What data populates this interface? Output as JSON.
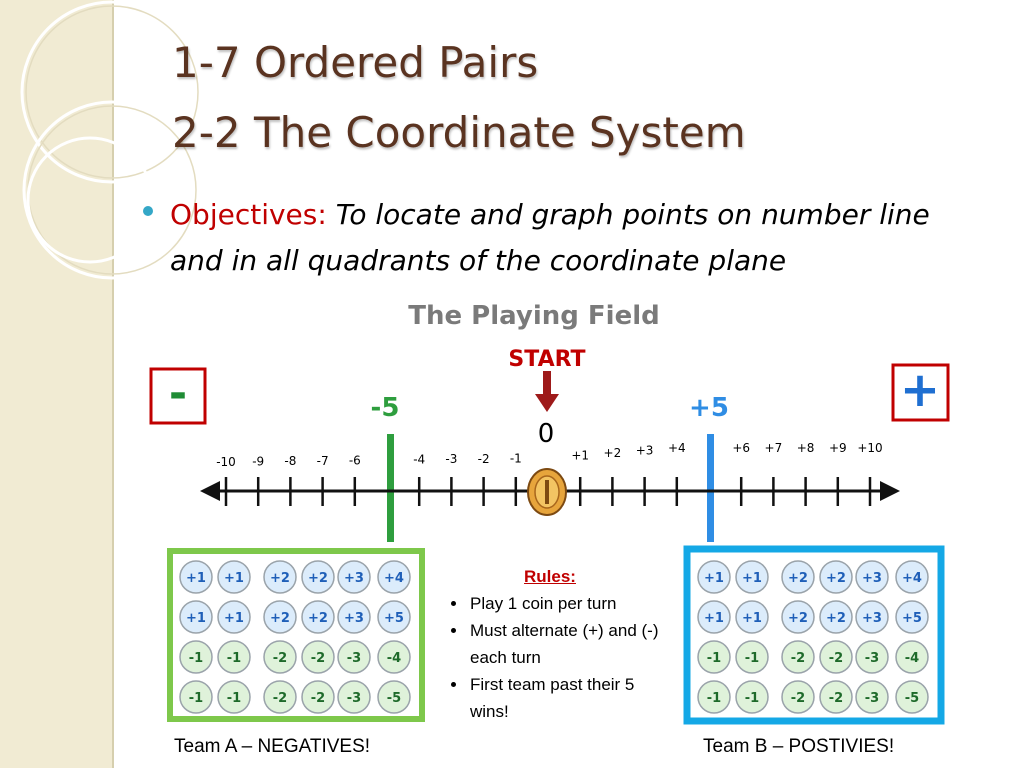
{
  "slide": {
    "title_line1": "1-7 Ordered Pairs",
    "title_line2": "2-2 The Coordinate System",
    "objective_label": "Objectives:",
    "objective_text": "To locate and graph points on number line and in all quadrants of the coordinate plane"
  },
  "playing_field": {
    "heading": "The Playing Field",
    "start_label": "START",
    "zero_label": "0",
    "minus_box": "-",
    "plus_box": "+",
    "neg_goal_label": "-5",
    "pos_goal_label": "+5",
    "tick_labels": [
      "-10",
      "-9",
      "-8",
      "-7",
      "-6",
      "-4",
      "-3",
      "-2",
      "-1",
      "+1",
      "+2",
      "+3",
      "+4",
      "+6",
      "+7",
      "+8",
      "+9",
      "+10"
    ],
    "coin_symbol": "coin-icon",
    "colors": {
      "negative_goal": "#2e9e3e",
      "positive_goal": "#2f8de4",
      "team_a_border": "#7ec84b",
      "team_b_border": "#14a8e6",
      "start": "#c00000",
      "minus_box": "#c00000",
      "plus_box": "#1f6fd1"
    }
  },
  "team_a": {
    "coins": [
      [
        "+1",
        "+1",
        "+2",
        "+2",
        "+3",
        "+4"
      ],
      [
        "+1",
        "+1",
        "+2",
        "+2",
        "+3",
        "+5"
      ],
      [
        "-1",
        "-1",
        "-2",
        "-2",
        "-3",
        "-4"
      ],
      [
        "-1",
        "-1",
        "-2",
        "-2",
        "-3",
        "-5"
      ]
    ],
    "caption": "Team A – NEGATIVES!"
  },
  "team_b": {
    "coins": [
      [
        "+1",
        "+1",
        "+2",
        "+2",
        "+3",
        "+4"
      ],
      [
        "+1",
        "+1",
        "+2",
        "+2",
        "+3",
        "+5"
      ],
      [
        "-1",
        "-1",
        "-2",
        "-2",
        "-3",
        "-4"
      ],
      [
        "-1",
        "-1",
        "-2",
        "-2",
        "-3",
        "-5"
      ]
    ],
    "caption": "Team B – POSTIVIES!"
  },
  "rules": {
    "title": "Rules:",
    "items": [
      "Play 1 coin per turn",
      "Must alternate (+) and (-) each turn",
      "First team past their 5 wins!"
    ]
  }
}
